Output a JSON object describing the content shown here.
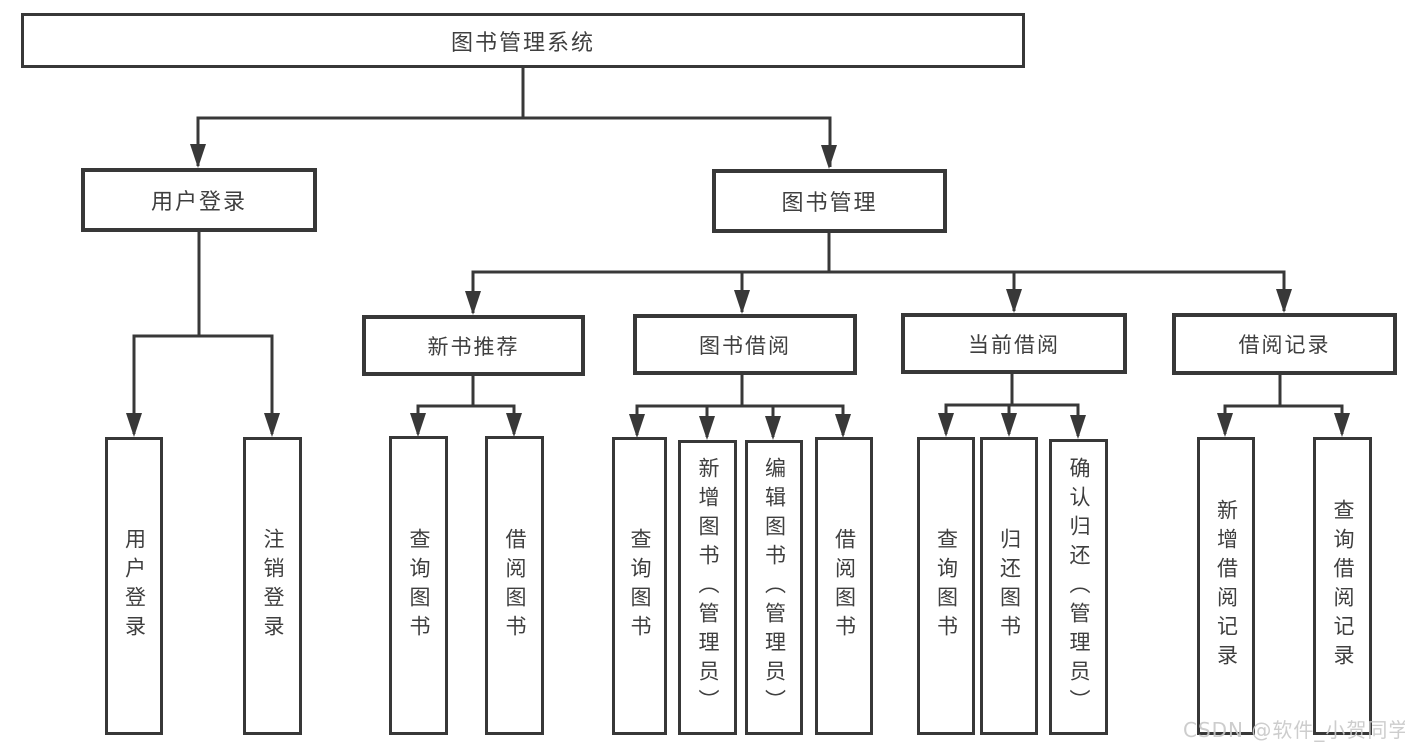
{
  "diagram": {
    "root": {
      "label": "图书管理系统"
    },
    "branches": [
      {
        "label": "用户登录",
        "children": [
          {
            "label": "用户登录"
          },
          {
            "label": "注销登录"
          }
        ]
      },
      {
        "label": "图书管理",
        "children": [
          {
            "label": "新书推荐",
            "children": [
              {
                "label": "查询图书"
              },
              {
                "label": "借阅图书"
              }
            ]
          },
          {
            "label": "图书借阅",
            "children": [
              {
                "label": "查询图书"
              },
              {
                "label": "新增图书（管理员）"
              },
              {
                "label": "编辑图书（管理员）"
              },
              {
                "label": "借阅图书"
              }
            ]
          },
          {
            "label": "当前借阅",
            "children": [
              {
                "label": "查询图书"
              },
              {
                "label": "归还图书"
              },
              {
                "label": "确认归还（管理员）"
              }
            ]
          },
          {
            "label": "借阅记录",
            "children": [
              {
                "label": "新增借阅记录"
              },
              {
                "label": "查询借阅记录"
              }
            ]
          }
        ]
      }
    ],
    "watermark": {
      "text": "CSDN @软件_小贺同学"
    },
    "colors": {
      "line": "#383838",
      "text": "#3f3f3f",
      "watermark": "#c9c9c9",
      "background": "#ffffff"
    }
  }
}
